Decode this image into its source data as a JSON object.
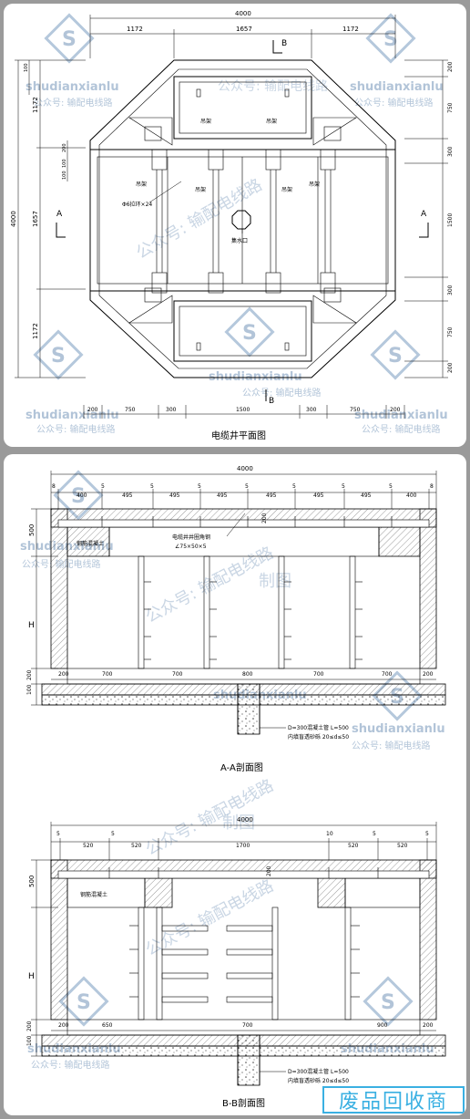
{
  "plan": {
    "title": "电缆井平面图",
    "dims_top_total": "4000",
    "dims_top": [
      "1172",
      "1657",
      "1172"
    ],
    "dims_left_total": "4000",
    "dims_left": [
      "1172",
      "1657",
      "1172"
    ],
    "dims_left_small": [
      "100",
      "200",
      "100",
      "100"
    ],
    "dims_right": [
      "200",
      "750",
      "300",
      "1500",
      "300",
      "750",
      "200"
    ],
    "dims_bottom": [
      "200",
      "750",
      "300",
      "1500",
      "300",
      "750",
      "200"
    ],
    "label_hanger": "吊架",
    "label_ring": "Φ6拉环×24",
    "label_sump": "集水口",
    "section_a": "A",
    "section_b": "B"
  },
  "section_aa": {
    "title": "A-A剖面图",
    "dim_total": "4000",
    "dims_top": [
      "8",
      "400",
      "5",
      "495",
      "5",
      "495",
      "5",
      "495",
      "5",
      "495",
      "5",
      "495",
      "5",
      "495",
      "5",
      "400",
      "8"
    ],
    "dims_bottom": [
      "200",
      "700",
      "700",
      "800",
      "700",
      "700",
      "200"
    ],
    "dim_500": "500",
    "dim_h": "H",
    "dim_200": "200",
    "dims_base": [
      "100",
      "200"
    ],
    "label_concrete": "钢筋混凝土",
    "label_angle_1": "电缆井井圈角钢",
    "label_angle_2": "∠75×50×5",
    "label_pipe_1": "D=300混凝土管 L=500",
    "label_pipe_2": "内填盲透砂砾 20≤d≤50"
  },
  "section_bb": {
    "title": "B-B剖面图",
    "dim_total": "4000",
    "dims_top": [
      "5",
      "520",
      "5",
      "520",
      "1700",
      "10",
      "520",
      "5",
      "520",
      "5"
    ],
    "dims_bottom": [
      "200",
      "650",
      "700",
      "900",
      "200"
    ],
    "dim_500": "500",
    "dim_h": "H",
    "dim_200": "200",
    "dims_base": [
      "100",
      "200"
    ],
    "label_concrete": "钢筋混凝土",
    "label_pipe_1": "D=300混凝土管 L=500",
    "label_pipe_2": "内填盲透砂砾 20≤d≤50"
  },
  "watermark": {
    "en": "shudianxianlu",
    "cn": "公众号: 输配电线路",
    "big_1": "公众号: 输配电线路",
    "big_2": "制图"
  },
  "badge": "废品回收商"
}
